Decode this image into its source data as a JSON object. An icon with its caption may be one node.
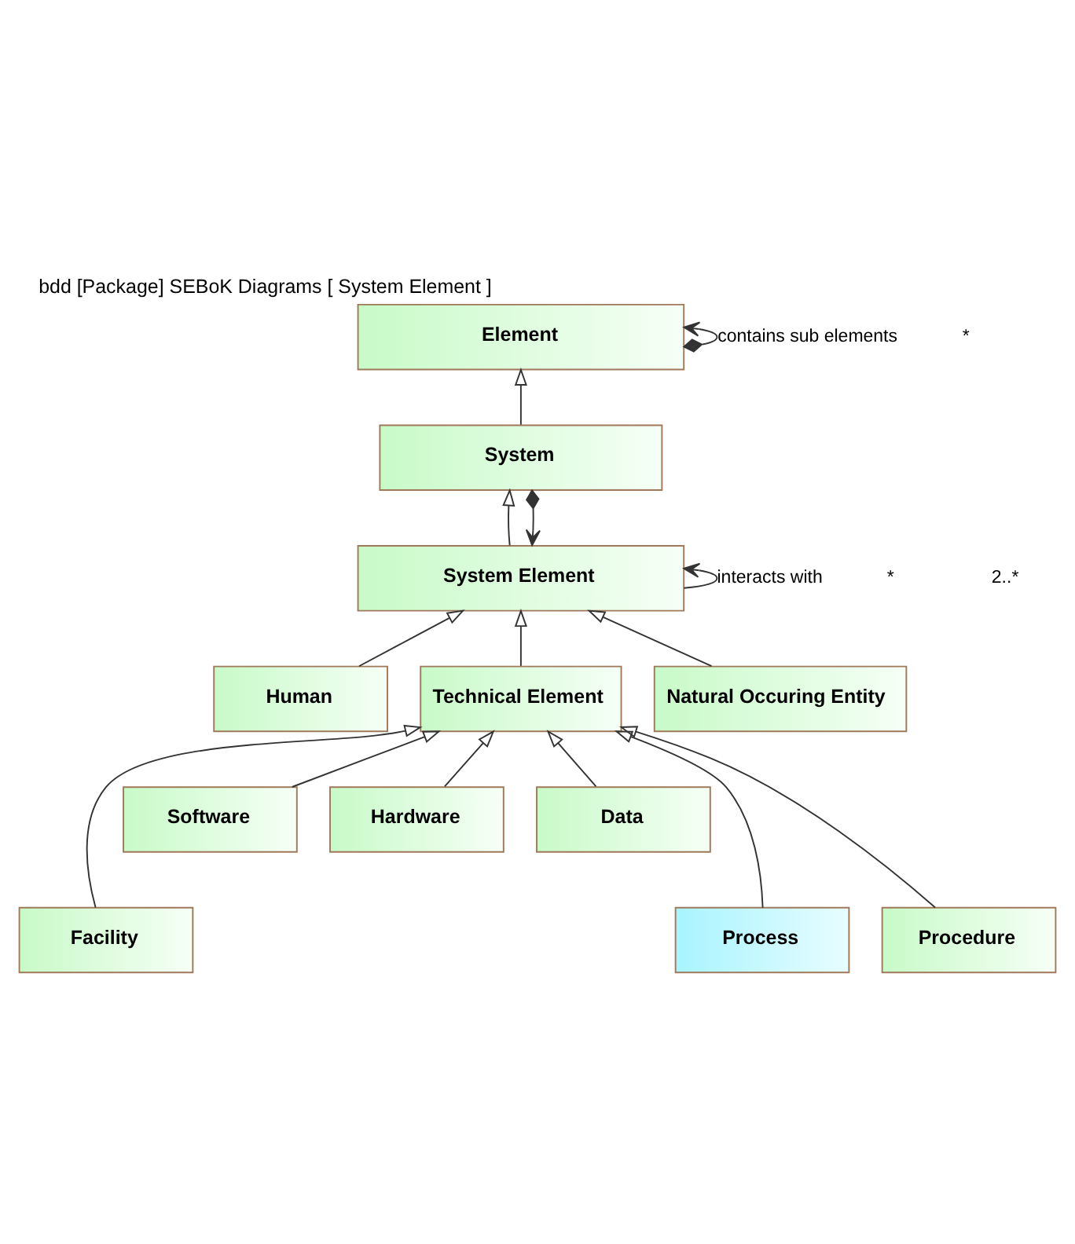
{
  "diagram": {
    "title": "bdd [Package] SEBoK Diagrams [ System Element ]",
    "nodes": [
      {
        "text": [
          "Element"
        ]
      },
      {
        "text": [
          "System"
        ]
      },
      {
        "text": [
          "System Element"
        ]
      },
      {
        "text": [
          "Human"
        ]
      },
      {
        "text": [
          "Technical Element"
        ]
      },
      {
        "text": [
          "Natural Occuring Entity"
        ]
      },
      {
        "text": [
          "Software"
        ]
      },
      {
        "text": [
          "Hardware"
        ]
      },
      {
        "text": [
          "Data"
        ]
      },
      {
        "text": [
          "Facility"
        ]
      },
      {
        "text": [
          "Process"
        ]
      },
      {
        "text": [
          "Procedure"
        ]
      }
    ],
    "edges": [
      {
        "from": 0,
        "to": 0,
        "arrow": "to",
        "label": "contains sub elements"
      },
      {
        "from": 1,
        "to": 0,
        "arrow": "to"
      },
      {
        "from": 2,
        "to": 1,
        "arrow": "to"
      },
      {
        "from": 1,
        "to": 2,
        "arrow": "to"
      },
      {
        "from": 2,
        "to": 2,
        "arrow": "to",
        "label": "interacts with"
      },
      {
        "from": 3,
        "to": 2,
        "arrow": "to"
      },
      {
        "from": 4,
        "to": 2,
        "arrow": "to"
      },
      {
        "from": 5,
        "to": 2,
        "arrow": "to"
      },
      {
        "from": 6,
        "to": 4,
        "arrow": "to"
      },
      {
        "from": 7,
        "to": 4,
        "arrow": "to"
      },
      {
        "from": 8,
        "to": 4,
        "arrow": "to"
      },
      {
        "from": 9,
        "to": 4,
        "arrow": "to"
      },
      {
        "from": 10,
        "to": 4,
        "arrow": "to"
      },
      {
        "from": 11,
        "to": 4,
        "arrow": "to"
      }
    ],
    "labels": [
      "*",
      "2..*",
      "*"
    ]
  }
}
